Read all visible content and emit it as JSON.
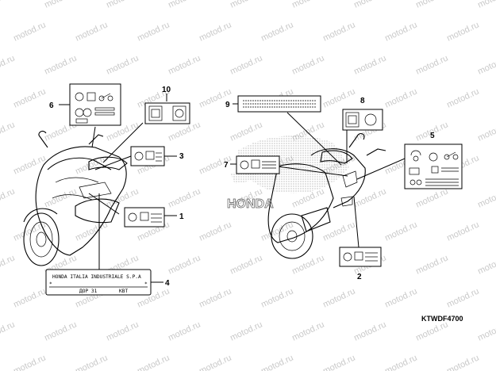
{
  "watermark": "motod.ru",
  "diagram_code": "KTWDF4700",
  "callouts": {
    "c1": "1",
    "c2": "2",
    "c3": "3",
    "c4": "4",
    "c5": "5",
    "c6": "6",
    "c7": "7",
    "c8": "8",
    "c9": "9",
    "c10": "10"
  },
  "plate_label": {
    "line1": "HONDA ITALIA INDUSTRIALE S.P.A",
    "line2": "ДОР 31",
    "line3": "КВТ"
  },
  "logo_text": "HONDA"
}
